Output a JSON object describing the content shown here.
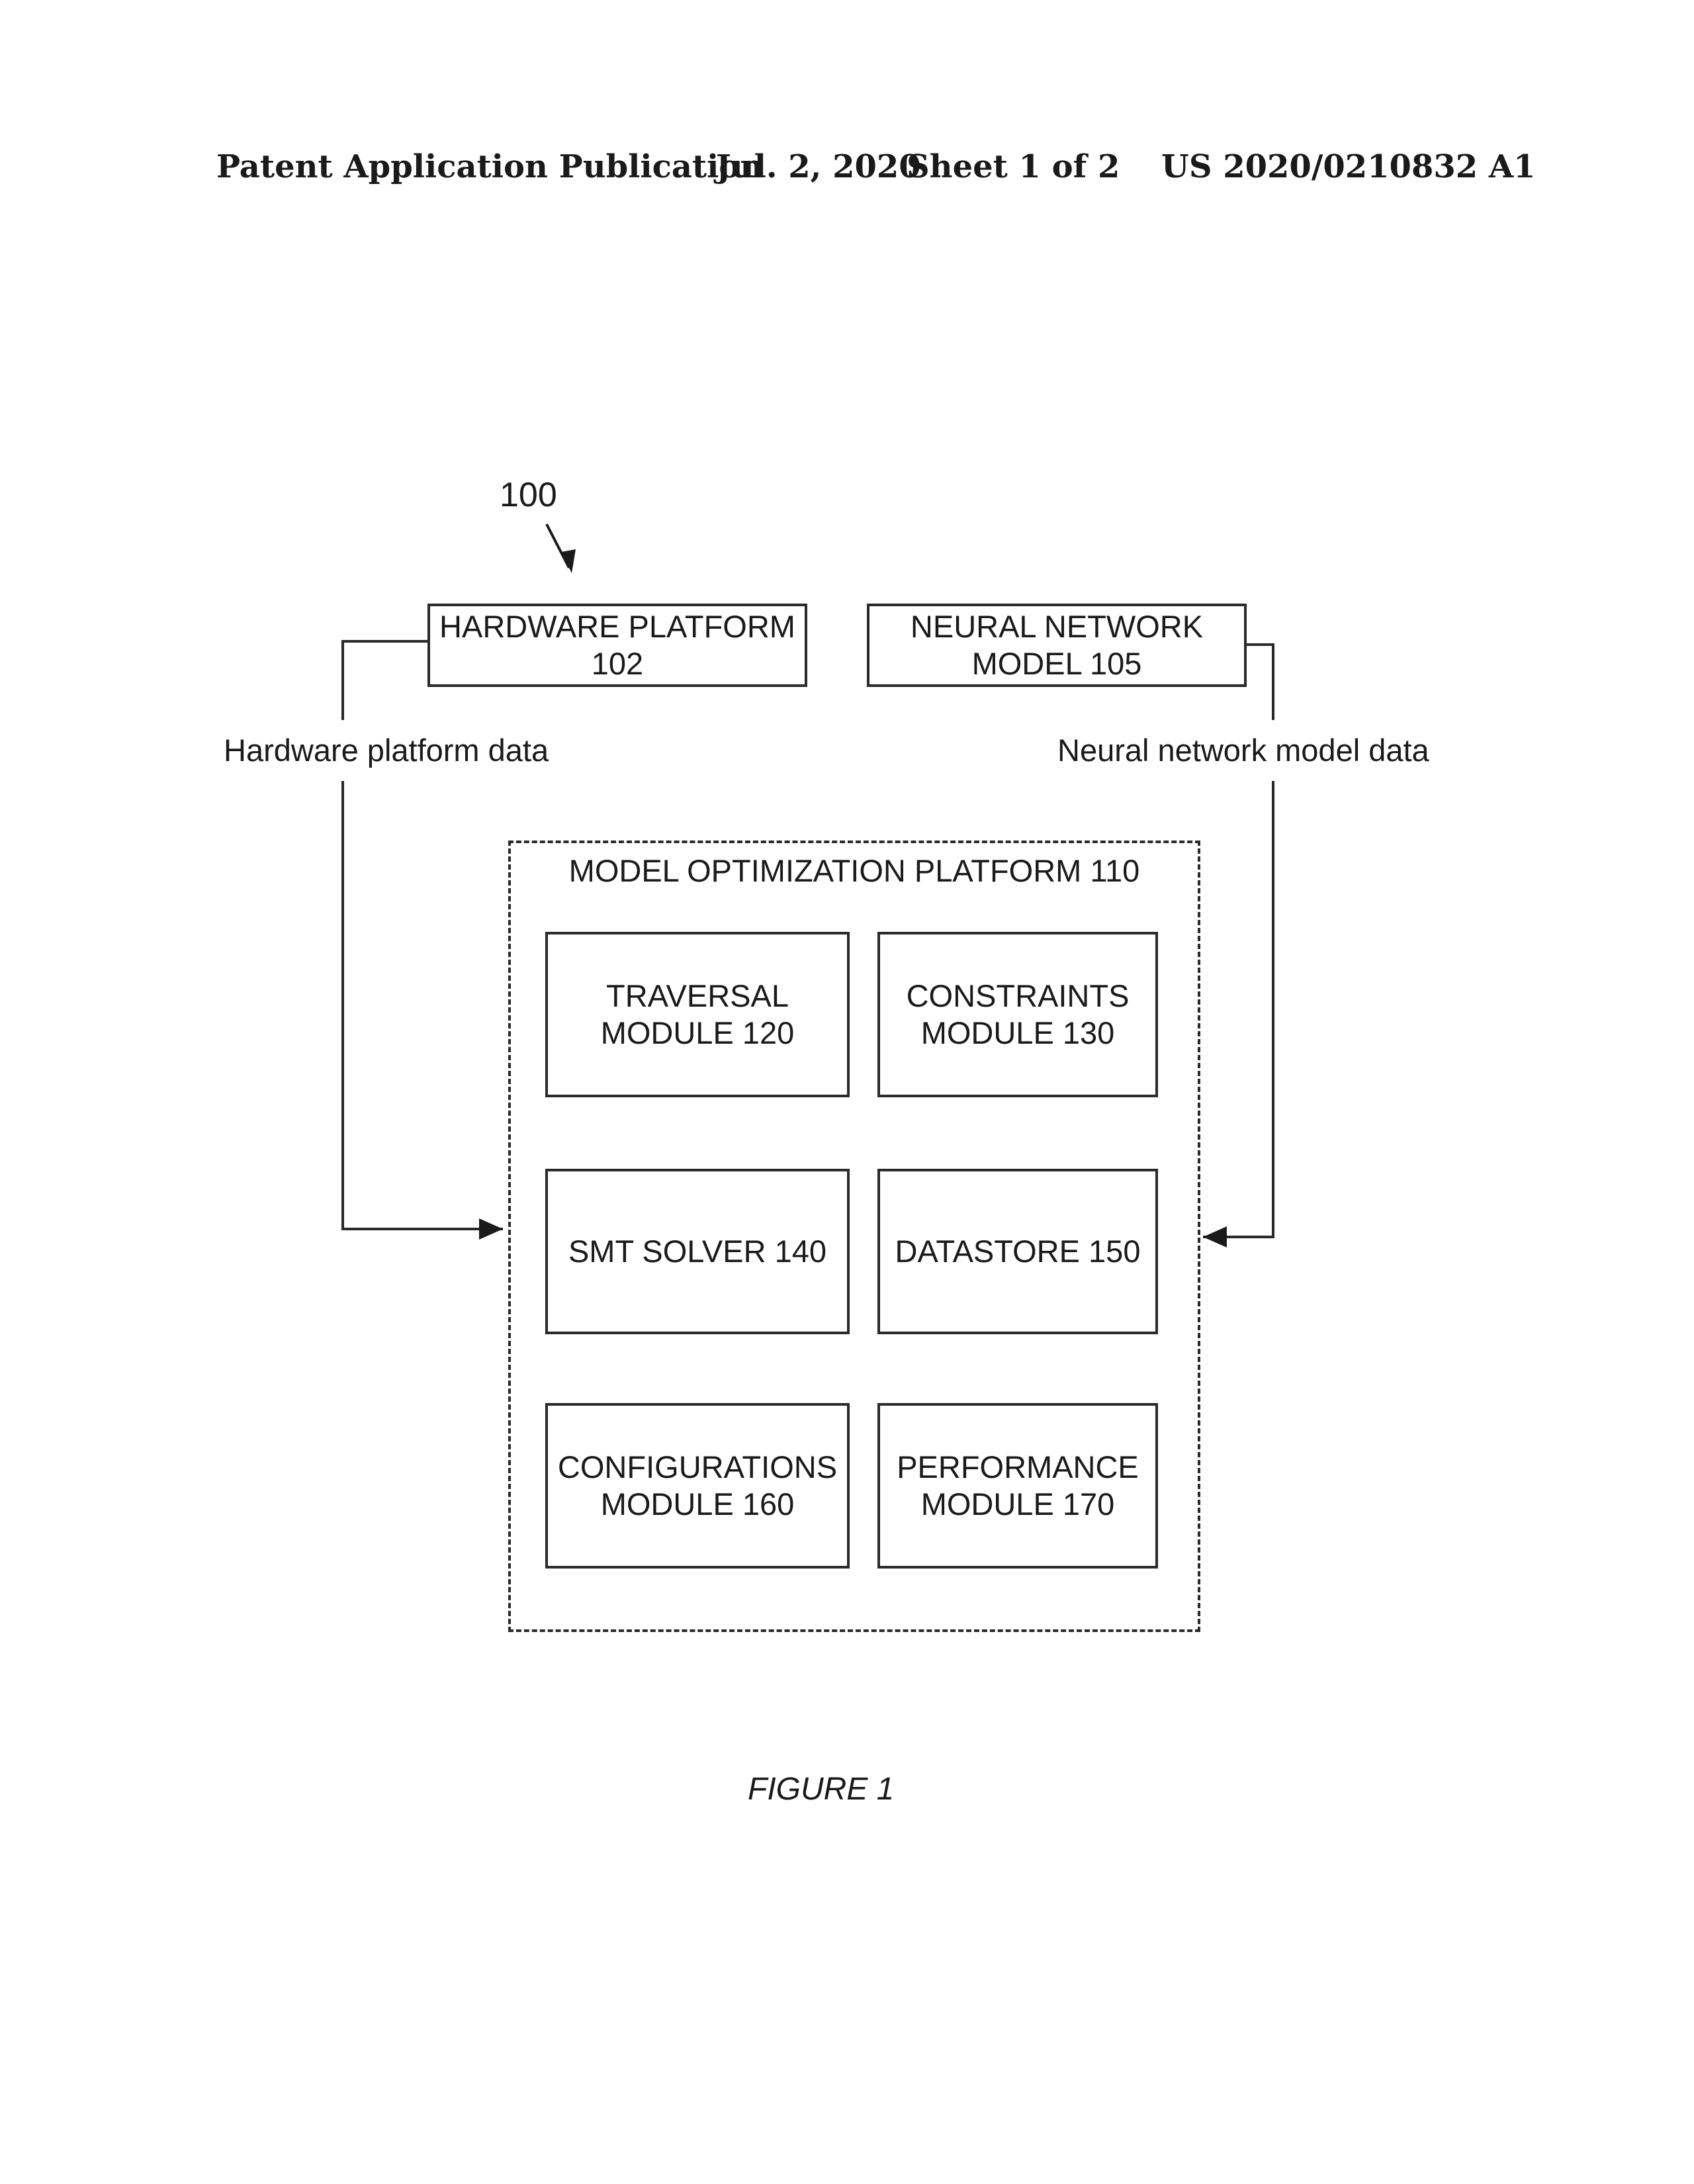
{
  "header": {
    "left": "Patent Application Publication",
    "date": "Jul. 2, 2020",
    "sheet": "Sheet 1 of 2",
    "number": "US 2020/0210832 A1"
  },
  "diagram": {
    "ref_label": "100",
    "hardware_platform": {
      "line1": "HARDWARE PLATFORM",
      "line2": "102"
    },
    "neural_network_model": {
      "line1": "NEURAL NETWORK",
      "line2": "MODEL 105"
    },
    "hardware_data_label": "Hardware platform data",
    "model_data_label": "Neural network model data",
    "platform": {
      "title": "MODEL OPTIMIZATION PLATFORM 110",
      "modules": [
        {
          "line1": "TRAVERSAL",
          "line2": "MODULE 120"
        },
        {
          "line1": "CONSTRAINTS",
          "line2": "MODULE 130"
        },
        {
          "line1": "SMT SOLVER 140"
        },
        {
          "line1": "DATASTORE 150"
        },
        {
          "line1": "CONFIGURATIONS",
          "line2": "MODULE 160"
        },
        {
          "line1": "PERFORMANCE",
          "line2": "MODULE 170"
        }
      ]
    },
    "caption": "FIGURE 1"
  }
}
